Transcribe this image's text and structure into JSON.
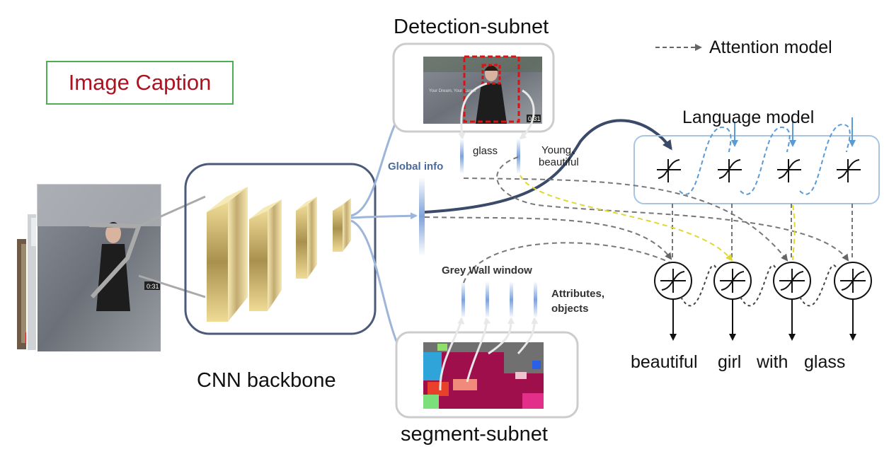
{
  "title": "Image Caption",
  "legend": {
    "attention_label": "Attention model"
  },
  "labels": {
    "detection_subnet": "Detection-subnet",
    "segment_subnet": "segment-subnet",
    "cnn_backbone": "CNN backbone",
    "language_model": "Language model",
    "global_info": "Global info",
    "glass": "glass",
    "young_beautiful_line1": "Young、",
    "young_beautiful_line2": "beautiful",
    "grey_wall_window": "Grey Wall  window",
    "attributes_line1": "Attributes,",
    "attributes_line2": "objects"
  },
  "frame_timestamps": [
    "0:31",
    "0:31"
  ],
  "output_words": [
    "beautiful",
    "girl",
    "with",
    "glass"
  ],
  "colors": {
    "title_red": "#b01020",
    "title_border_green": "#4caf50",
    "backbone_border": "#4a5a78",
    "blue_arrow": "#9db5da",
    "dark_arrow": "#3a4a68",
    "dashed_gray": "#777777",
    "dashed_yellow": "#e6e040",
    "dashed_blue": "#5b9bd5",
    "detection_box_red": "#dd1111",
    "segmentation_purple": "#9e0f4c"
  }
}
